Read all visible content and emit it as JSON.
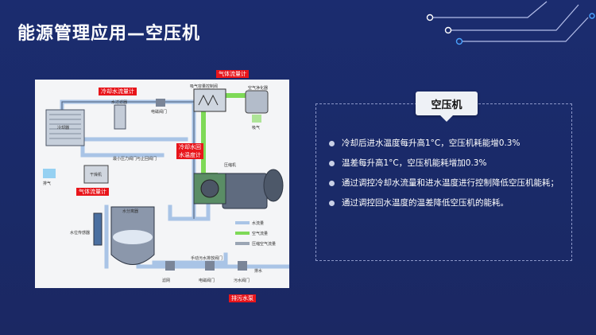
{
  "slide": {
    "title": "能源管理应用—空压机"
  },
  "card": {
    "title": "空压机",
    "bullets": [
      "冷却后进水温度每升高1°C，空压机耗能增0.3%",
      "温差每升高1°C，空压机能耗增加0.3%",
      "通过调控冷却水流量和进水温度进行控制降低空压机能耗；",
      "通过调控回水温度的温差降低空压机的能耗。"
    ]
  },
  "diagram": {
    "tags": {
      "gas_flow_top": "气体流量计",
      "cooling_flow": "冷却水流量计",
      "return_temp_1": "冷却水回",
      "return_temp_2": "水温度计",
      "gas_flow_left": "气体流量计",
      "drain_pump": "排污水泵"
    },
    "labels": {
      "control_box": "吸气容量控制阀",
      "air_purifier": "空气净化器",
      "exhaust_top": "吸气",
      "water_filter": "水过滤器",
      "electromag_valve_top": "电磁阀门",
      "cooler": "冷却器",
      "min_pressure_valve": "最小压力阀门与止回阀门",
      "dryer": "干燥机",
      "exhaust_left": "排气",
      "compressor": "压缩机",
      "separator": "水分离器",
      "level_sensor": "水位传感器",
      "legend_water": "水流量",
      "legend_air": "空气流量",
      "legend_compressed": "压缩空气流量",
      "manual_drain_valve": "手动污水排放阀门",
      "drain": "排水",
      "filter_bottom": "滤网",
      "electromag_valve_bottom": "电磁阀门",
      "waste_valve": "污水阀门"
    }
  },
  "colors": {
    "background": "#1b2c6f",
    "accent_tag": "#e8151b",
    "water_pipe": "#a9c4e6",
    "air_pipe": "#7ed957"
  },
  "icons": [
    "circuit-decoration-icon"
  ]
}
